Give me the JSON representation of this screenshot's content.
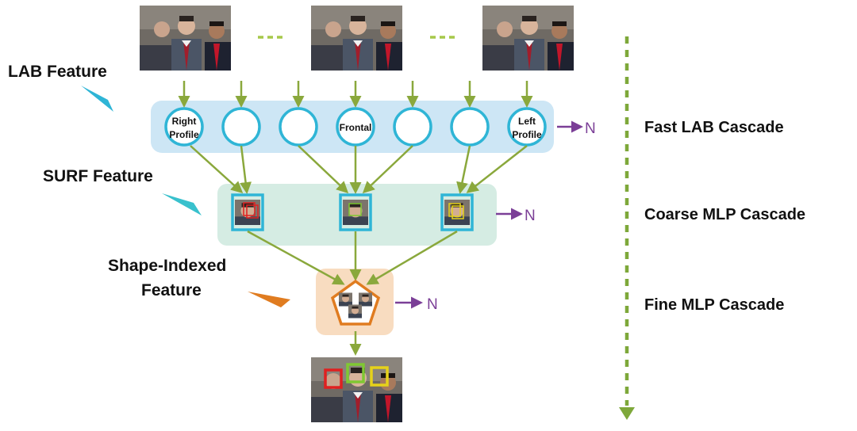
{
  "labels": {
    "lab_feature": "LAB Feature",
    "surf_feature": "SURF Feature",
    "shape_indexed_line1": "Shape-Indexed",
    "shape_indexed_line2": "Feature"
  },
  "stages": {
    "fast": "Fast LAB Cascade",
    "coarse": "Coarse MLP Cascade",
    "fine": "Fine MLP Cascade"
  },
  "nodes": {
    "right_profile_line1": "Right",
    "right_profile_line2": "Profile",
    "frontal": "Frontal",
    "left_profile_line1": "Left",
    "left_profile_line2": "Profile"
  },
  "reject_label": "N",
  "colors": {
    "arrow_green": "#8aa83c",
    "circle_blue": "#2fb5d6",
    "stage1_bg": "#cde6f5",
    "stage2_bg": "#d5ece3",
    "stage3_bg": "#f8dcc0",
    "reject_purple": "#7b3f97",
    "dash_green": "#7ea83a",
    "pointer_blue": "#2fb5d6",
    "pointer_teal": "#39c1cd",
    "pointer_orange": "#e07c20",
    "box_red": "#e02020",
    "box_green": "#7fc832",
    "box_yellow": "#e6d21a"
  }
}
